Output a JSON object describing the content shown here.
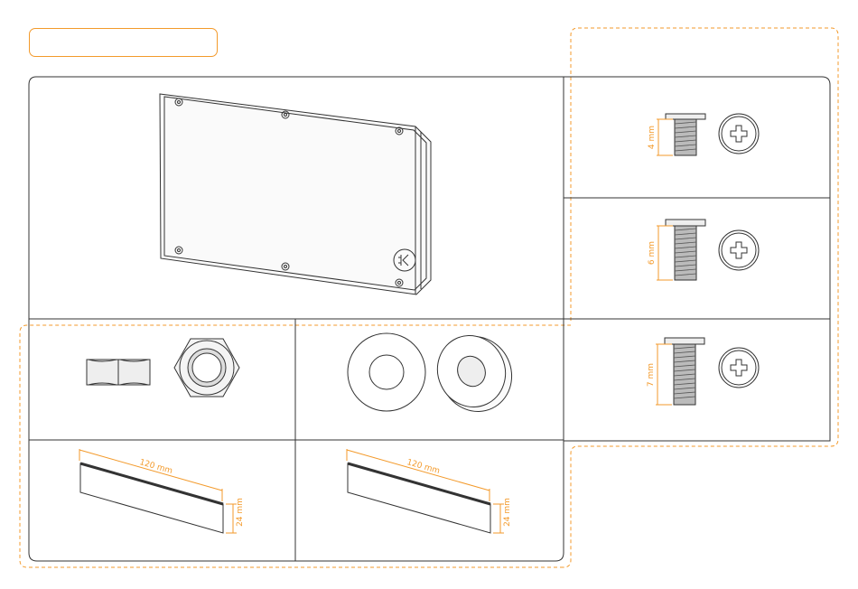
{
  "header": {
    "title": ""
  },
  "colors": {
    "accent": "#f39a2b",
    "line": "#333333"
  },
  "screws": [
    {
      "length_label": "4 mm"
    },
    {
      "length_label": "6 mm"
    },
    {
      "length_label": "7 mm"
    }
  ],
  "strips": [
    {
      "length_label": "120 mm",
      "height_label": "24 mm"
    },
    {
      "length_label": "120 mm",
      "height_label": "24 mm"
    }
  ],
  "icons": {
    "logo": "ek-logo-icon",
    "screw_head": "phillips-head-icon",
    "nut": "hex-nut-icon",
    "washer": "washer-icon"
  }
}
